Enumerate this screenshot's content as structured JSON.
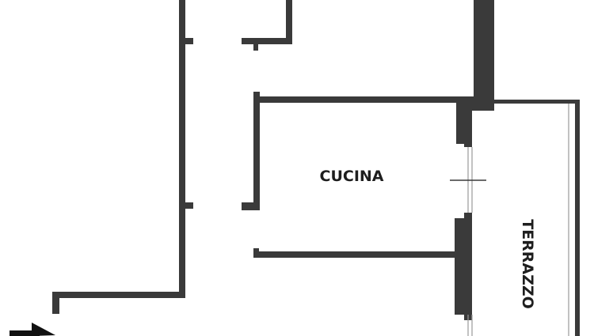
{
  "floor_plan": {
    "rooms": [
      {
        "id": "cucina",
        "label": "CUCINA"
      },
      {
        "id": "terrazzo",
        "label": "TERRAZZO"
      }
    ],
    "entrance": {
      "icon": "entrance-arrow-icon"
    },
    "colors": {
      "background": "#ffffff",
      "wall": "#3a3a3a",
      "glazing": "#9a9a9a"
    }
  }
}
